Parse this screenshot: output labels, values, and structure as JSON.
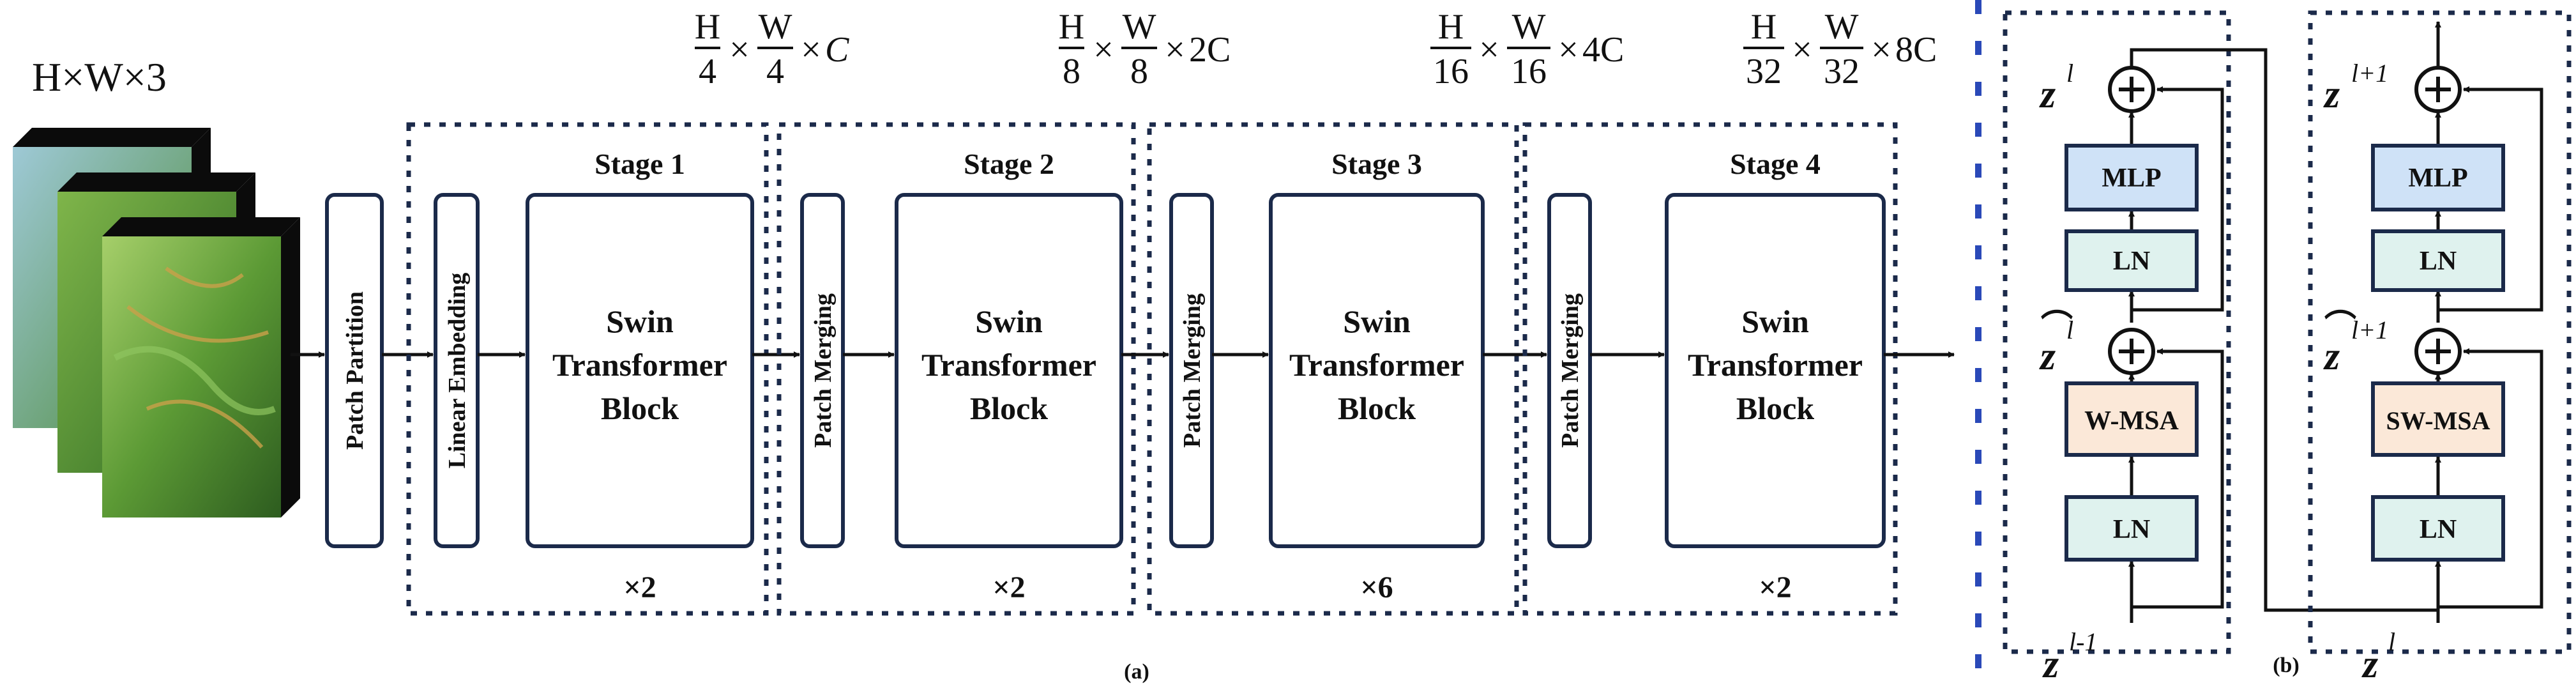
{
  "panel_a": {
    "input_dims": "H×W×3",
    "patch_partition": "Patch Partition",
    "linear_embedding": "Linear Embedding",
    "patch_merging": "Patch Merging",
    "block_lines": [
      "Swin",
      "Transformer",
      "Block"
    ],
    "stages": [
      {
        "label": "Stage 1",
        "repeat": "×2",
        "h_den": "4",
        "w_den": "4",
        "channels": "C"
      },
      {
        "label": "Stage 2",
        "repeat": "×2",
        "h_den": "8",
        "w_den": "8",
        "channels": "2C"
      },
      {
        "label": "Stage 3",
        "repeat": "×6",
        "h_den": "16",
        "w_den": "16",
        "channels": "4C"
      },
      {
        "label": "Stage 4",
        "repeat": "×2",
        "h_den": "32",
        "w_den": "32",
        "channels": "8C"
      }
    ],
    "caption": "(a)"
  },
  "panel_b": {
    "left": {
      "mlp": "MLP",
      "ln_top": "LN",
      "msa": "W-MSA",
      "ln_bottom": "LN",
      "z_out": "z",
      "z_out_sup": "l",
      "z_mid": "z",
      "z_mid_sup": "l",
      "z_in": "z",
      "z_in_sup": "l-1"
    },
    "right": {
      "mlp": "MLP",
      "ln_top": "LN",
      "msa": "SW-MSA",
      "ln_bottom": "LN",
      "z_out": "z",
      "z_out_sup": "l+1",
      "z_mid": "z",
      "z_mid_sup": "l+1",
      "z_in": "z",
      "z_in_sup": "l"
    },
    "caption": "(b)"
  },
  "frac_numerators": {
    "h": "H",
    "w": "W"
  },
  "times_sign": "×",
  "colors": {
    "stroke": "#1b2a4a",
    "mlp_fill": "#cfe2f7",
    "ln_fill": "#dff2ee",
    "msa_fill": "#fbe8d8",
    "divider": "#2a49b8"
  }
}
